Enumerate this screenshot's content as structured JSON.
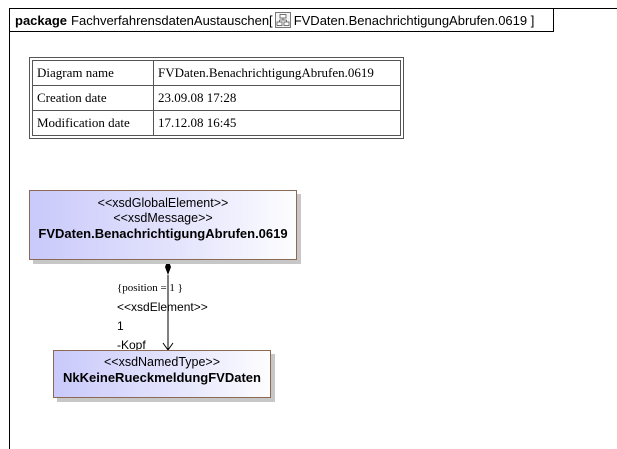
{
  "package": {
    "keyword": "package",
    "name": "FachverfahrensdatenAustauschen[",
    "diagram_ref": "FVDaten.BenachrichtigungAbrufen.0619 ]",
    "icon": "diagram-icon"
  },
  "info_table": [
    {
      "key": "Diagram name",
      "value": "FVDaten.BenachrichtigungAbrufen.0619"
    },
    {
      "key": "Creation date",
      "value": "23.09.08 17:28"
    },
    {
      "key": "Modification date",
      "value": "17.12.08 16:45"
    }
  ],
  "element_class": {
    "stereotype1": "<<xsdGlobalElement>>",
    "stereotype2": "<<xsdMessage>>",
    "name": "FVDaten.BenachrichtigungAbrufen.0619"
  },
  "association": {
    "constraint": "{position = 1 }",
    "stereotype": "<<xsdElement>>",
    "multiplicity": "1",
    "role": "-Kopf"
  },
  "type_class": {
    "stereotype": "<<xsdNamedType>>",
    "name": "NkKeineRueckmeldungFVDaten"
  }
}
